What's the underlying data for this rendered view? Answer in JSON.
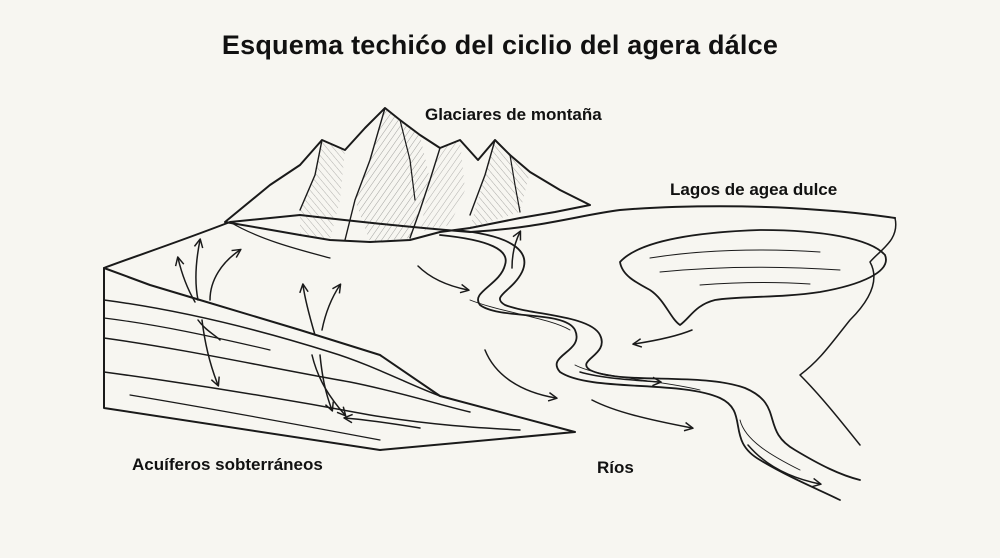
{
  "diagram": {
    "title": "Esquema techićo del ciclio del agera dálce",
    "labels": {
      "glaciers": "Glaciares de montaña",
      "lakes": "Lagos de agea dulce",
      "aquifers": "Acuíferos sobterráneos",
      "rivers": "Ríos"
    },
    "colors": {
      "background": "#f7f6f1",
      "ink": "#1a1a1a"
    }
  }
}
